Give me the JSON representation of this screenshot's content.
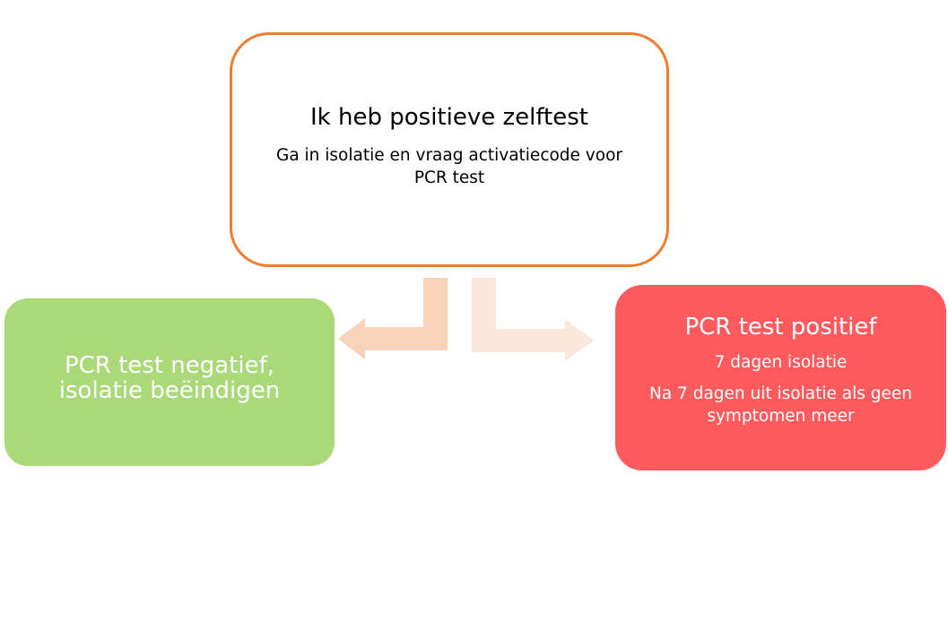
{
  "top_box": {
    "title": "Ik heb positieve zelftest",
    "line1": "Ga in isolatie en vraag activatiecode voor",
    "line2": "PCR test"
  },
  "left_box": {
    "line1": "PCR test negatief,",
    "line2": "isolatie beëindigen"
  },
  "right_box": {
    "title": "PCR test positief",
    "line1": "7 dagen isolatie",
    "line2a": "Na 7 dagen uit isolatie als geen",
    "line2b": "symptomen meer"
  },
  "colors": {
    "top_border": "#ED7D31",
    "left_fill": "#A9D979",
    "right_fill": "#FF5B5F",
    "arrow_left": "#F8CBAD",
    "arrow_right": "#FBE4D8"
  }
}
